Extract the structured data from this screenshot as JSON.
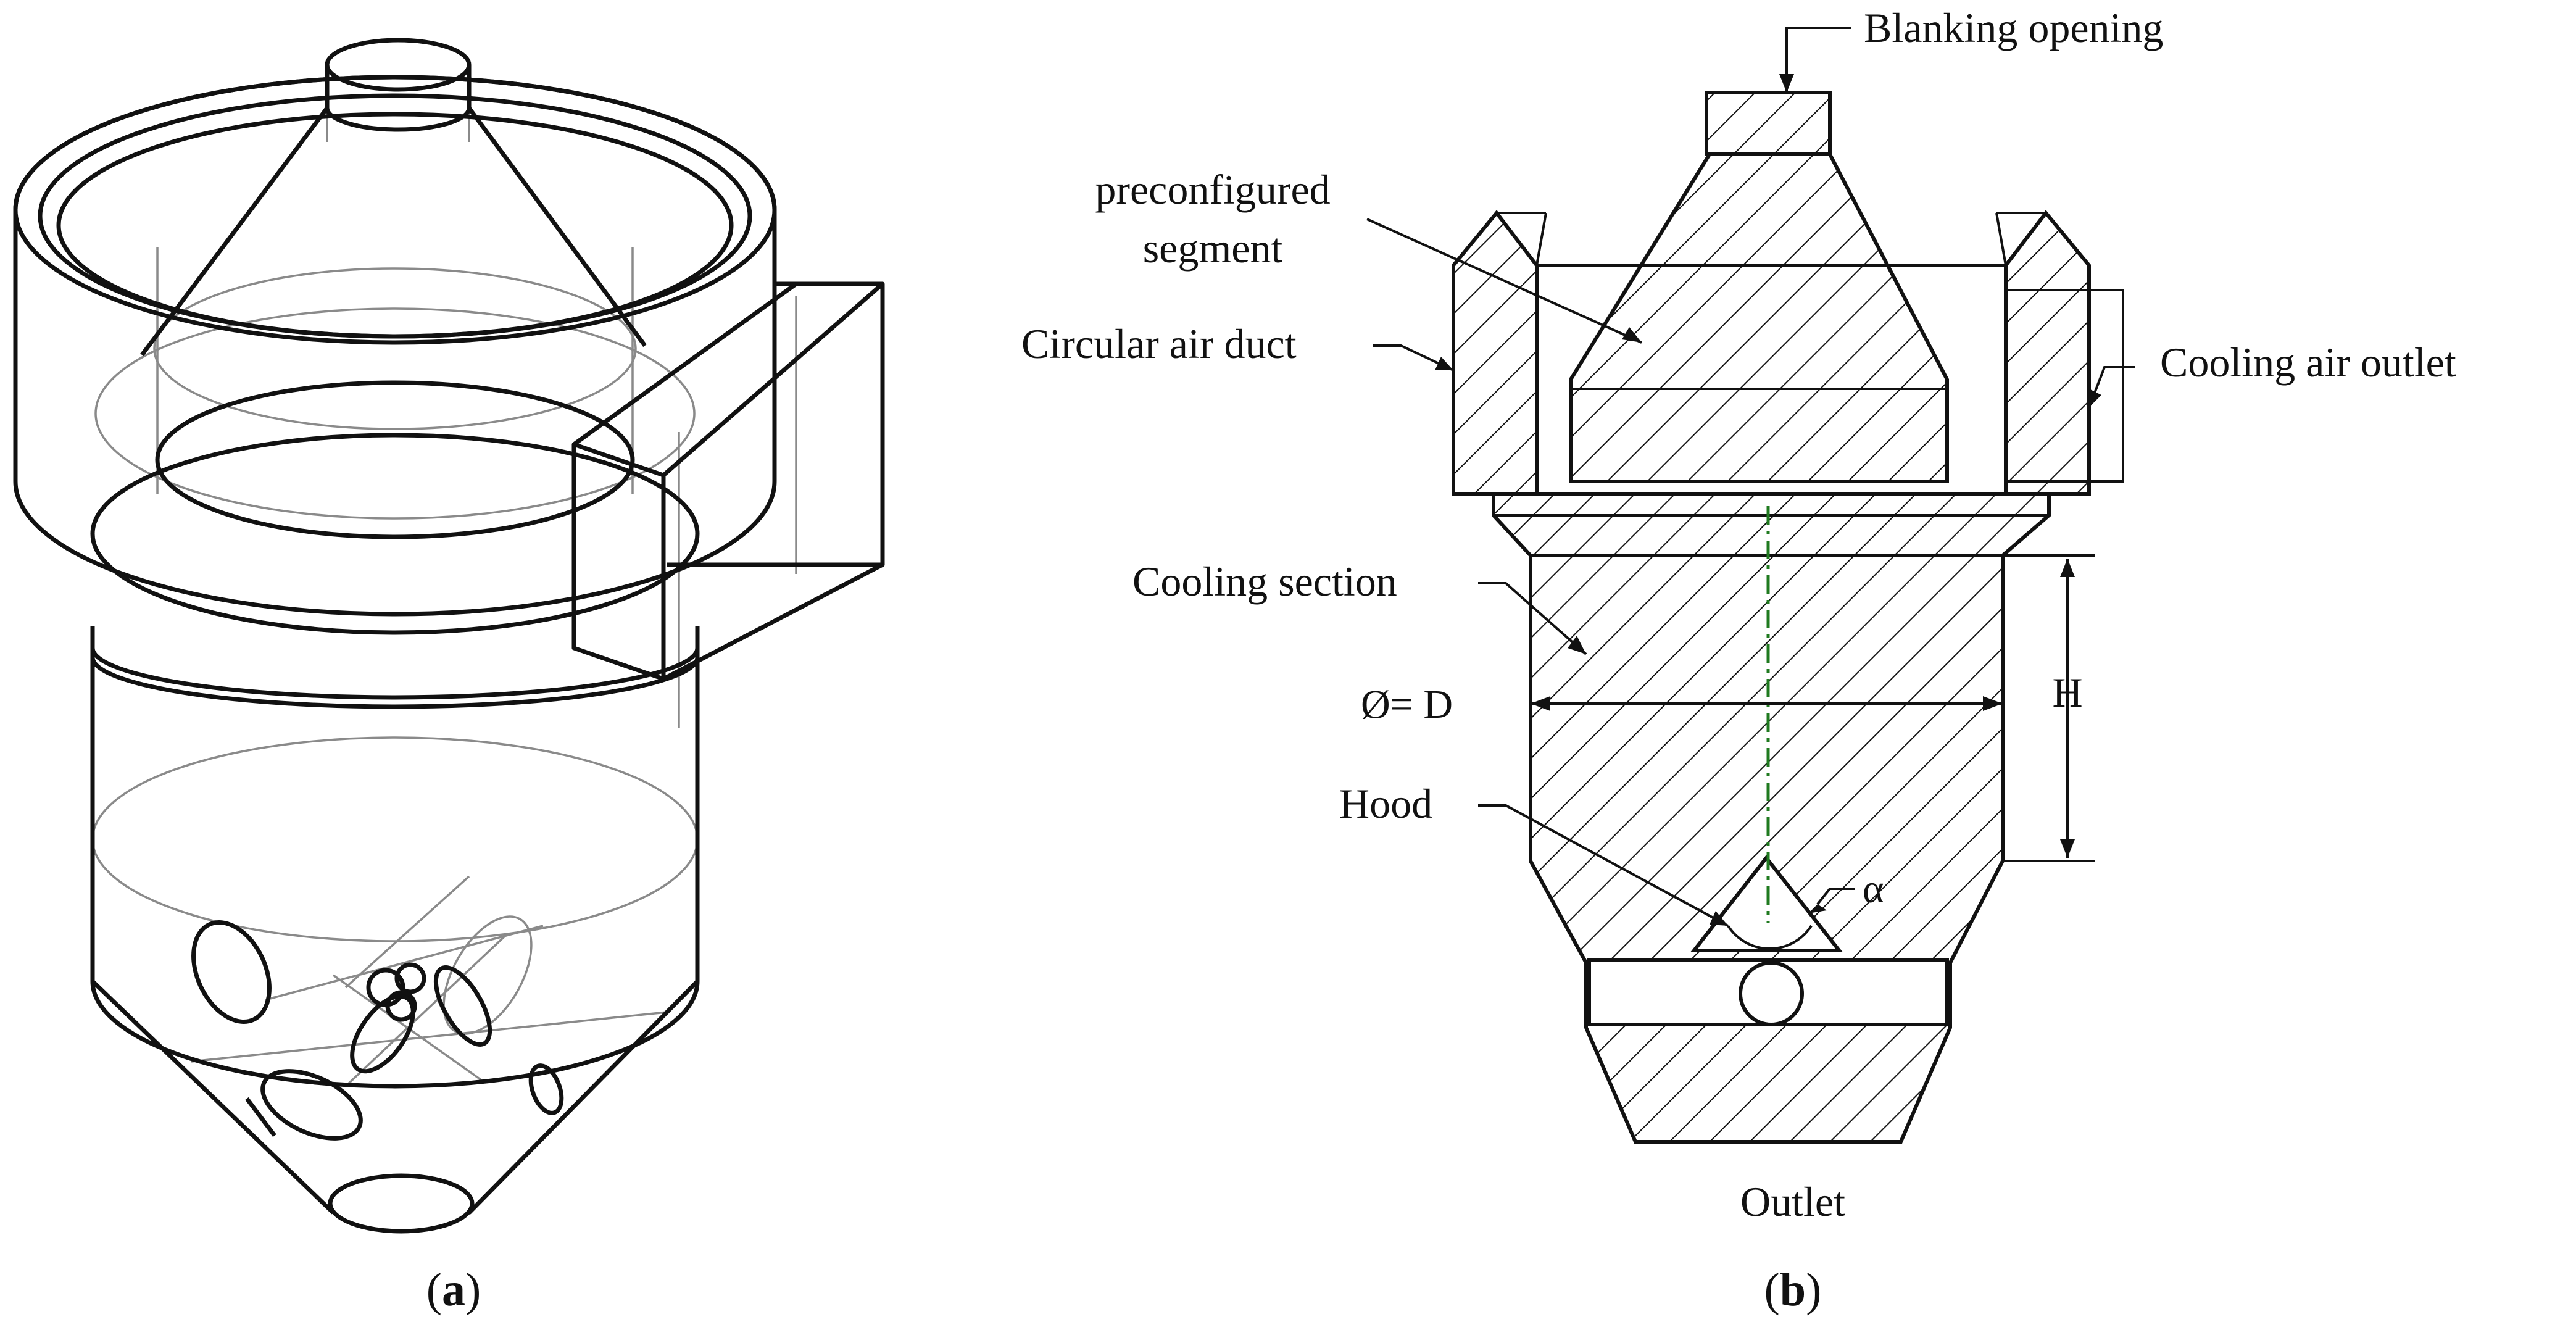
{
  "panel_a": {
    "caption_open": "(",
    "caption_letter": "a",
    "caption_close": ")"
  },
  "panel_b": {
    "caption_open": "(",
    "caption_letter": "b",
    "caption_close": ")",
    "labels": {
      "blanking_opening": "Blanking opening",
      "preconfigured_line1": "preconfigured",
      "preconfigured_line2": "segment",
      "circular_air_duct": "Circular air duct",
      "cooling_air_outlet": "Cooling air outlet",
      "cooling_section": "Cooling section",
      "diameter": "Ø= D",
      "height": "H",
      "hood": "Hood",
      "angle": "α",
      "outlet": "Outlet"
    }
  }
}
